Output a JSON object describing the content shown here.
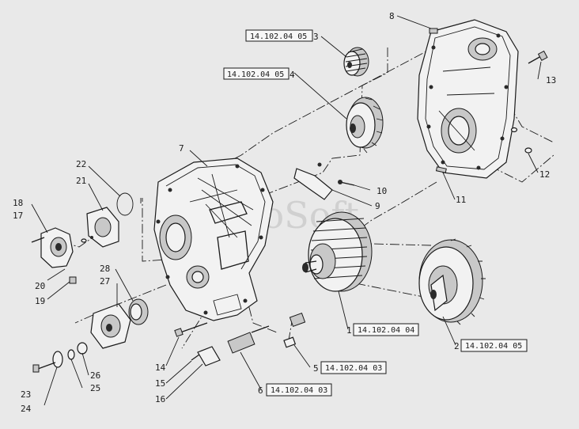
{
  "watermark": "SoSoft",
  "callouts": [
    {
      "id": "c1",
      "number": "1",
      "ref": "14.102.04 04"
    },
    {
      "id": "c2",
      "number": "2",
      "ref": "14.102.04 05"
    },
    {
      "id": "c3",
      "number": "3",
      "ref": "14.102.04 05"
    },
    {
      "id": "c4",
      "number": "4",
      "ref": "14.102.04 05"
    },
    {
      "id": "c5",
      "number": "5",
      "ref": "14.102.04 03"
    },
    {
      "id": "c6",
      "number": "6",
      "ref": "14.102.04 03"
    },
    {
      "id": "c7",
      "number": "7",
      "ref": ""
    },
    {
      "id": "c8",
      "number": "8",
      "ref": ""
    },
    {
      "id": "c9",
      "number": "9",
      "ref": ""
    },
    {
      "id": "c10",
      "number": "10",
      "ref": ""
    },
    {
      "id": "c11",
      "number": "11",
      "ref": ""
    },
    {
      "id": "c12",
      "number": "12",
      "ref": ""
    },
    {
      "id": "c13",
      "number": "13",
      "ref": ""
    },
    {
      "id": "c14",
      "number": "14",
      "ref": ""
    },
    {
      "id": "c15",
      "number": "15",
      "ref": ""
    },
    {
      "id": "c16",
      "number": "16",
      "ref": ""
    },
    {
      "id": "c17",
      "number": "17",
      "ref": ""
    },
    {
      "id": "c18",
      "number": "18",
      "ref": ""
    },
    {
      "id": "c19",
      "number": "19",
      "ref": ""
    },
    {
      "id": "c20",
      "number": "20",
      "ref": ""
    },
    {
      "id": "c21",
      "number": "21",
      "ref": ""
    },
    {
      "id": "c22",
      "number": "22",
      "ref": ""
    },
    {
      "id": "c23",
      "number": "23",
      "ref": ""
    },
    {
      "id": "c24",
      "number": "24",
      "ref": ""
    },
    {
      "id": "c25",
      "number": "25",
      "ref": ""
    },
    {
      "id": "c26",
      "number": "26",
      "ref": ""
    },
    {
      "id": "c27",
      "number": "27",
      "ref": ""
    },
    {
      "id": "c28",
      "number": "28",
      "ref": ""
    }
  ]
}
